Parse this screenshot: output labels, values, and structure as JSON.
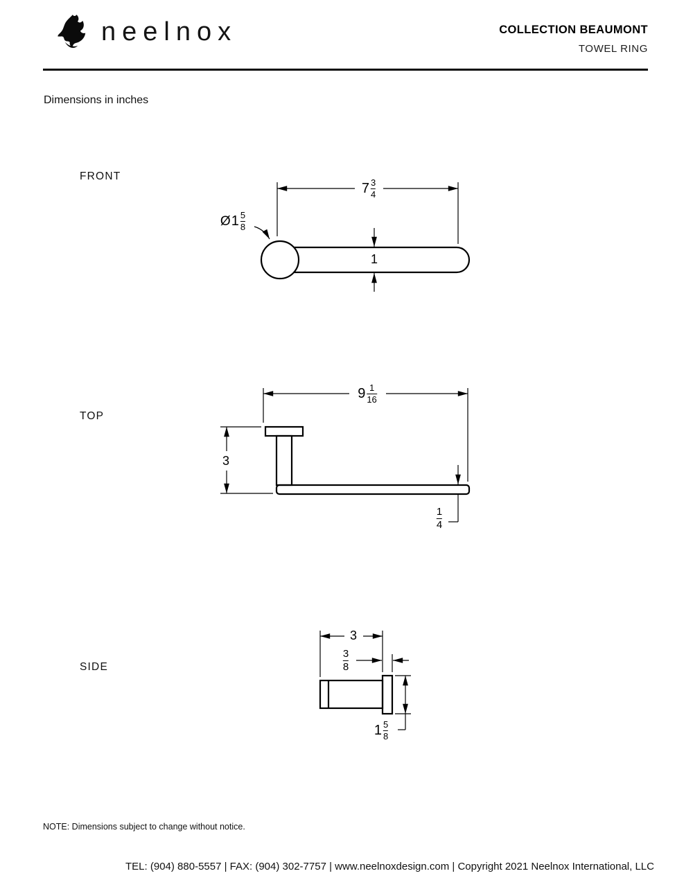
{
  "header": {
    "brand": "neelnox",
    "logo_icon": "horse-head",
    "collection": "COLLECTION BEAUMONT",
    "product": "TOWEL RING"
  },
  "subtitle": "Dimensions in inches",
  "views": {
    "front": {
      "label": "FRONT",
      "dims": {
        "width": {
          "whole": "7",
          "num": "3",
          "den": "4"
        },
        "ring_diameter": {
          "prefix": "Ø",
          "whole": "1",
          "num": "5",
          "den": "8"
        },
        "bar_height": {
          "whole": "1"
        }
      }
    },
    "top": {
      "label": "TOP",
      "dims": {
        "width": {
          "whole": "9",
          "num": "1",
          "den": "16"
        },
        "projection": {
          "whole": "3"
        },
        "bar_thickness": {
          "num": "1",
          "den": "4"
        }
      }
    },
    "side": {
      "label": "SIDE",
      "dims": {
        "projection": {
          "whole": "3"
        },
        "plate_thickness": {
          "num": "3",
          "den": "8"
        },
        "plate_diameter": {
          "whole": "1",
          "num": "5",
          "den": "8"
        }
      }
    }
  },
  "note": "NOTE: Dimensions subject to change without notice.",
  "footer": "TEL: (904) 880-5557 | FAX: (904) 302-7757 | www.neelnoxdesign.com | Copyright 2021 Neelnox International, LLC"
}
